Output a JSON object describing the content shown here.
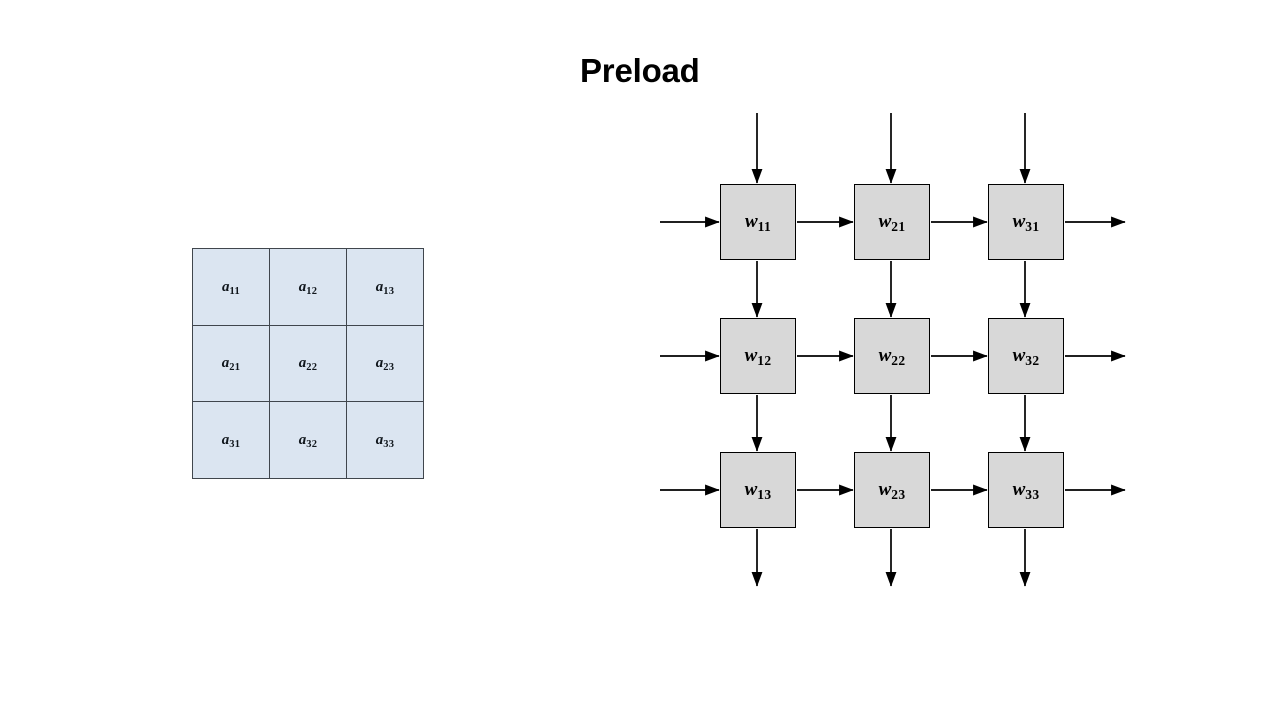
{
  "slide": {
    "title": "Preload",
    "background_color": "#ffffff"
  },
  "input_matrix": {
    "name": "activation-matrix",
    "fill_color": "#dbe5f1",
    "border_color": "#40464d",
    "rows": [
      [
        {
          "base": "a",
          "sub": "11"
        },
        {
          "base": "a",
          "sub": "12"
        },
        {
          "base": "a",
          "sub": "13"
        }
      ],
      [
        {
          "base": "a",
          "sub": "21"
        },
        {
          "base": "a",
          "sub": "22"
        },
        {
          "base": "a",
          "sub": "23"
        }
      ],
      [
        {
          "base": "a",
          "sub": "31"
        },
        {
          "base": "a",
          "sub": "32"
        },
        {
          "base": "a",
          "sub": "33"
        }
      ]
    ]
  },
  "systolic_array": {
    "name": "weight-stationary-pe-grid",
    "cell_fill_color": "#d8d8d8",
    "cell_border_color": "#000000",
    "arrow_color": "#000000",
    "rows": 3,
    "cols": 3,
    "cells": [
      [
        {
          "base": "w",
          "sub": "11"
        },
        {
          "base": "w",
          "sub": "21"
        },
        {
          "base": "w",
          "sub": "31"
        }
      ],
      [
        {
          "base": "w",
          "sub": "12"
        },
        {
          "base": "w",
          "sub": "22"
        },
        {
          "base": "w",
          "sub": "32"
        }
      ],
      [
        {
          "base": "w",
          "sub": "13"
        },
        {
          "base": "w",
          "sub": "23"
        },
        {
          "base": "w",
          "sub": "33"
        }
      ]
    ],
    "flows": {
      "vertical_in": "top-inbound-weight-arrows",
      "horizontal_in": "left-inbound-activation-arrows",
      "horizontal_out": "right-outbound-arrows",
      "vertical_out": "bottom-outbound-arrows"
    }
  }
}
